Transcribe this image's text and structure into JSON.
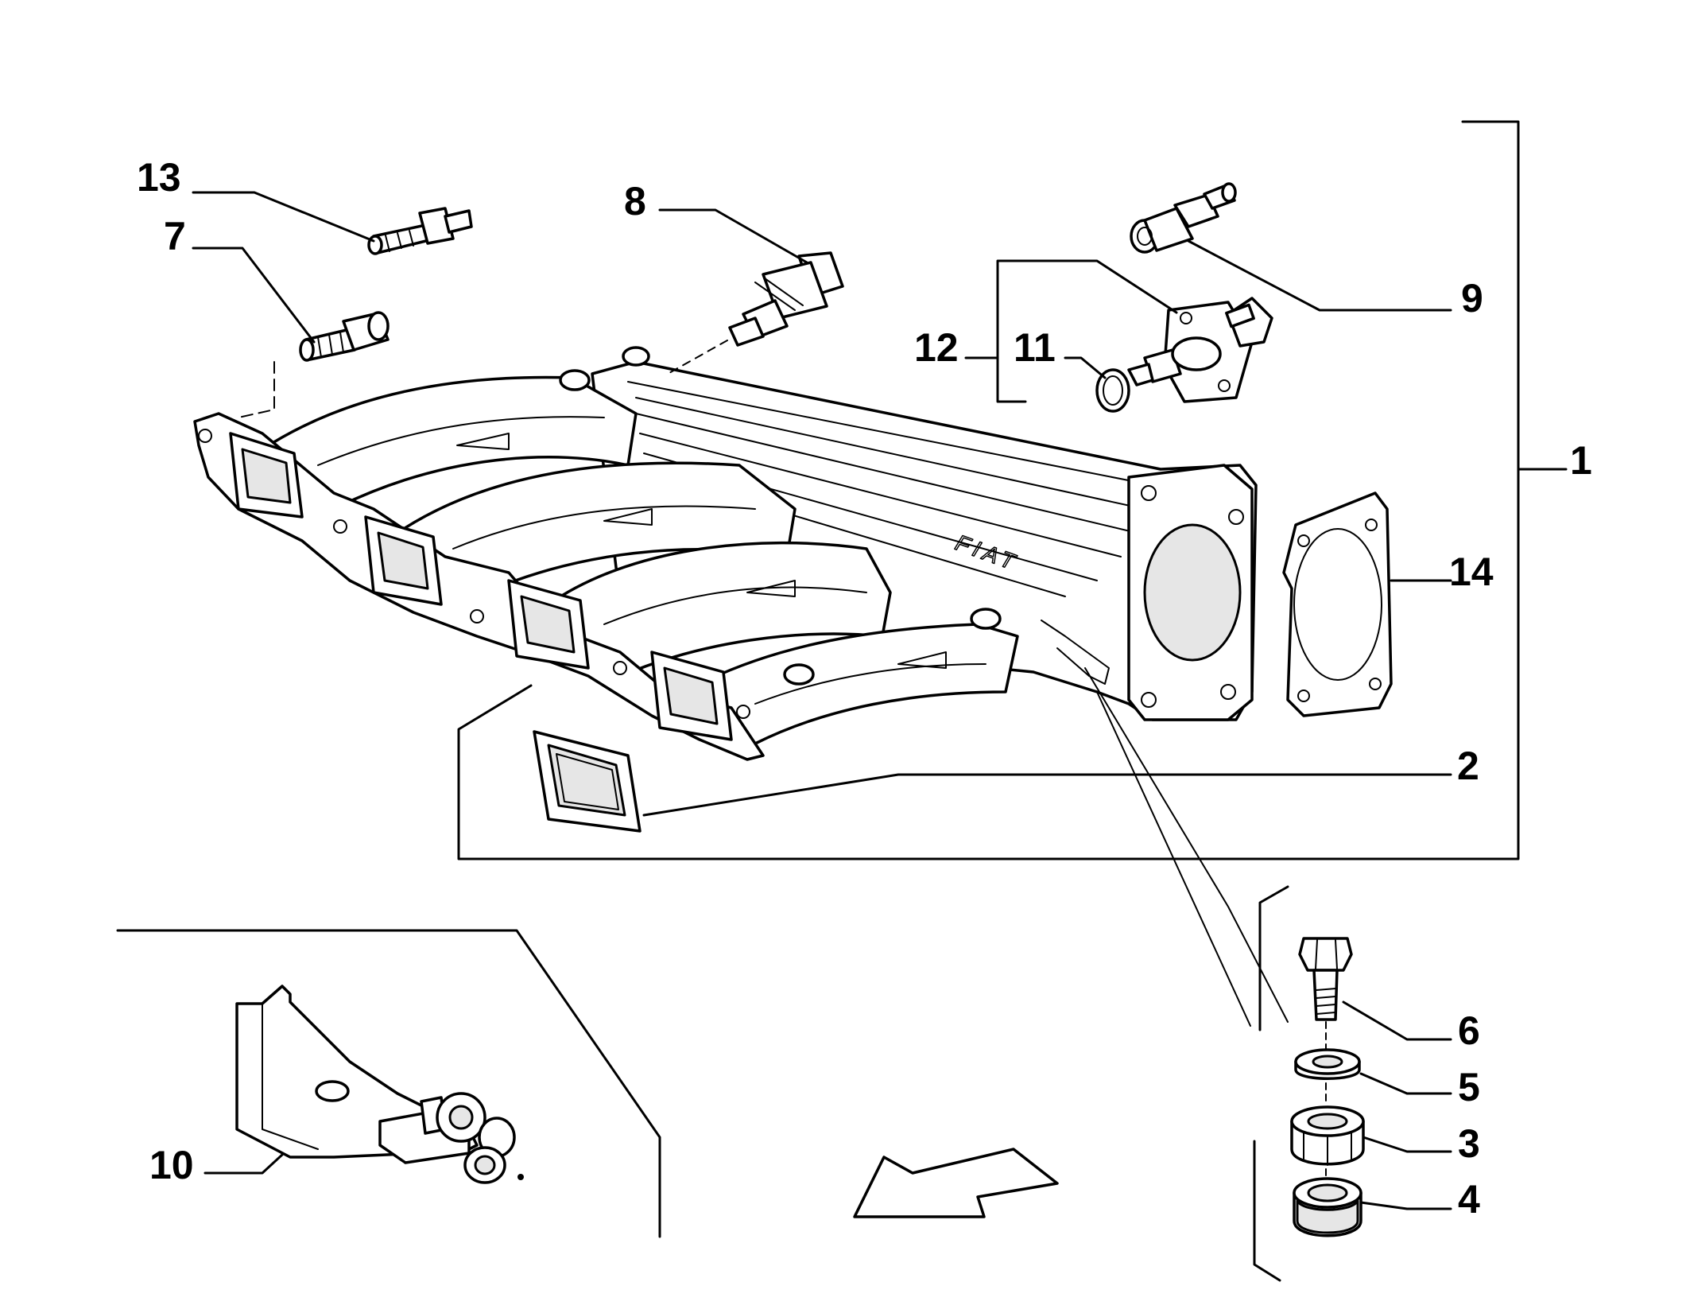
{
  "callouts": {
    "c1": "1",
    "c2": "2",
    "c3": "3",
    "c4": "4",
    "c5": "5",
    "c6": "6",
    "c7": "7",
    "c8": "8",
    "c9": "9",
    "c10": "10",
    "c11": "11",
    "c12": "12",
    "c13": "13",
    "c14": "14"
  },
  "manifold_logo": "FIAT",
  "colors": {
    "line": "#000000",
    "background": "#ffffff",
    "shade": "#e6e6e6"
  }
}
